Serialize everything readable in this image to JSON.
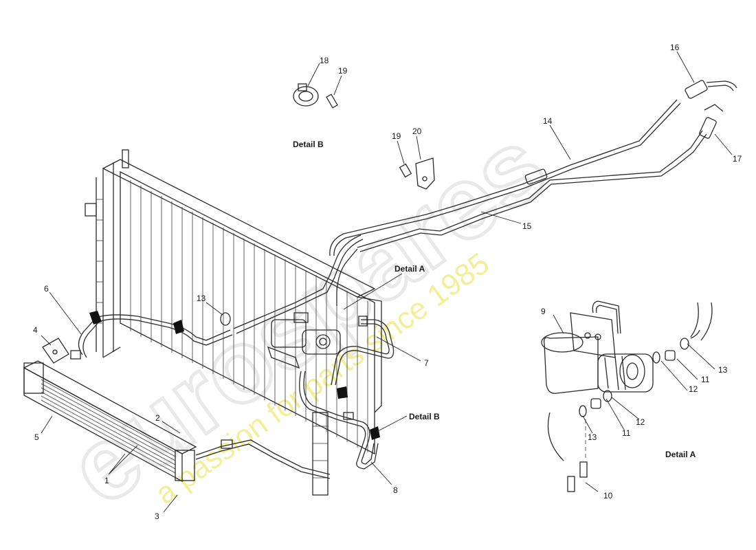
{
  "watermark": {
    "brand": "eurospares",
    "tagline": "a passion for parts since 1985"
  },
  "captions": {
    "detail_b_top": "Detail B",
    "detail_a_main": "Detail A",
    "detail_b_right": "Detail B",
    "detail_a_inset": "Detail A"
  },
  "callouts": {
    "c1": "1",
    "c2": "2",
    "c3": "3",
    "c4": "4",
    "c5": "5",
    "c6": "6",
    "c7": "7",
    "c8": "8",
    "c9": "9",
    "c10": "10",
    "c11a": "11",
    "c11b": "11",
    "c12a": "12",
    "c12b": "12",
    "c13a": "13",
    "c13b": "13",
    "c13c": "13",
    "c14": "14",
    "c15": "15",
    "c16": "16",
    "c17": "17",
    "c18": "18",
    "c19a": "19",
    "c19b": "19",
    "c20": "20"
  }
}
